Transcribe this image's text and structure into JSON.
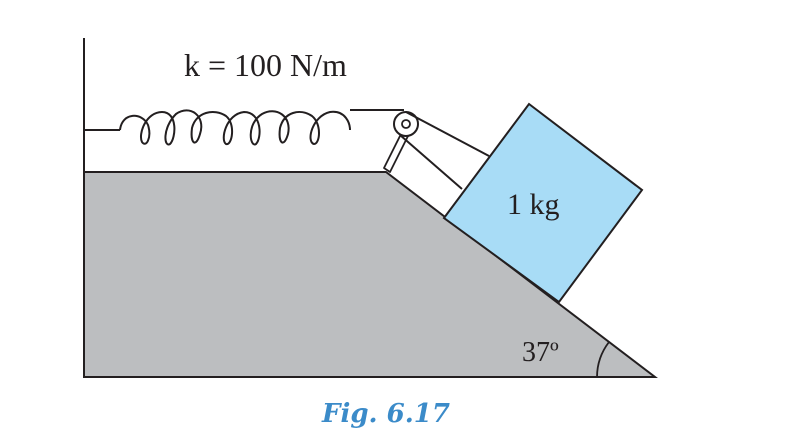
{
  "figure": {
    "spring_label": "k = 100 N/m",
    "block_label": "1 kg",
    "angle_label": "37º",
    "caption": "Fig. 6.17"
  },
  "colors": {
    "incline_fill": "#bcbec0",
    "block_fill": "#a8dcf6",
    "stroke": "#231f20",
    "caption": "#3b8bc9"
  }
}
